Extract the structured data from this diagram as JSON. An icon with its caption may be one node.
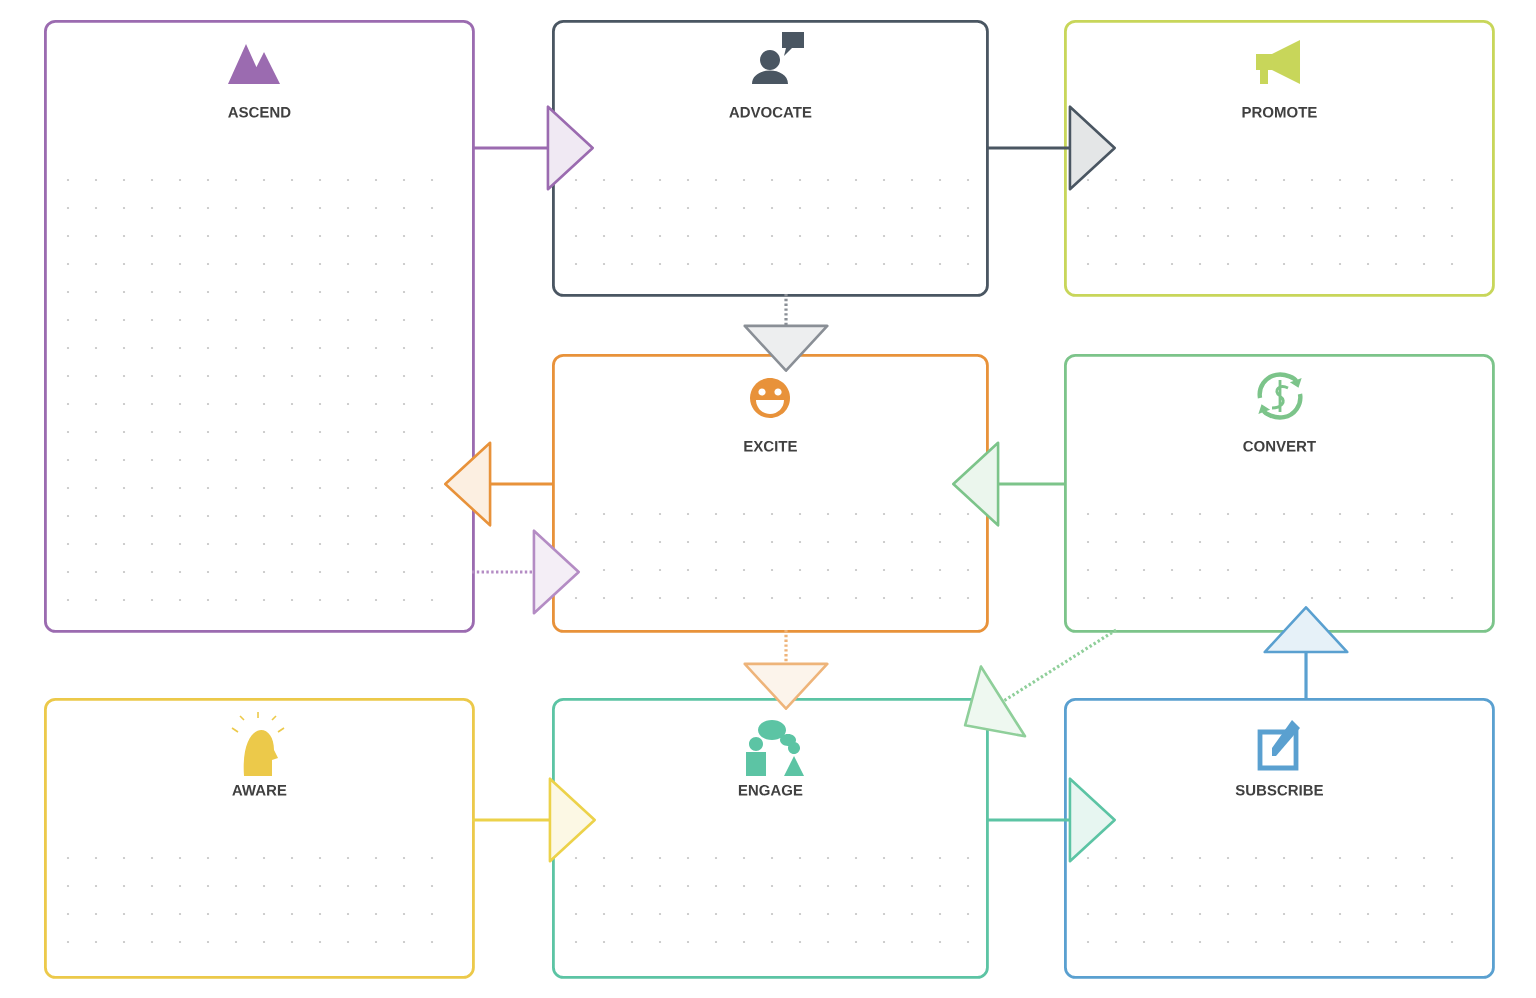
{
  "diagram": {
    "nodes": [
      {
        "text": [
          "ASCEND"
        ]
      },
      {
        "text": [
          "ADVOCATE"
        ]
      },
      {
        "text": [
          "PROMOTE"
        ]
      },
      {
        "text": [
          "EXCITE"
        ]
      },
      {
        "text": [
          "CONVERT"
        ]
      },
      {
        "text": [
          "AWARE"
        ]
      },
      {
        "text": [
          "ENGAGE"
        ]
      },
      {
        "text": [
          "SUBSCRIBE"
        ]
      }
    ],
    "edges": [
      {
        "from": 0,
        "to": 1,
        "arrow": "to",
        "color": "#9b6bb0"
      },
      {
        "from": 1,
        "to": 2,
        "arrow": "to",
        "color": "#4a5662"
      },
      {
        "from": 1,
        "to": 3,
        "arrow": "to",
        "style": "dashed",
        "color": "#8a8f96"
      },
      {
        "from": 3,
        "to": 0,
        "arrow": "to",
        "color": "#e8923a"
      },
      {
        "from": 0,
        "to": 3,
        "arrow": "to",
        "style": "dashed",
        "color": "#b48cc4"
      },
      {
        "from": 3,
        "to": 6,
        "arrow": "to",
        "style": "dashed",
        "color": "#eeb47a"
      },
      {
        "from": 4,
        "to": 3,
        "arrow": "to",
        "color": "#7cc48a"
      },
      {
        "from": 4,
        "to": 6,
        "arrow": "to",
        "style": "dashed",
        "color": "#8fcf9a"
      },
      {
        "from": 5,
        "to": 6,
        "arrow": "to",
        "color": "#ecd24a"
      },
      {
        "from": 6,
        "to": 7,
        "arrow": "to",
        "color": "#5cc4a4"
      },
      {
        "from": 7,
        "to": 4,
        "arrow": "to",
        "color": "#5aa0d0"
      }
    ]
  }
}
